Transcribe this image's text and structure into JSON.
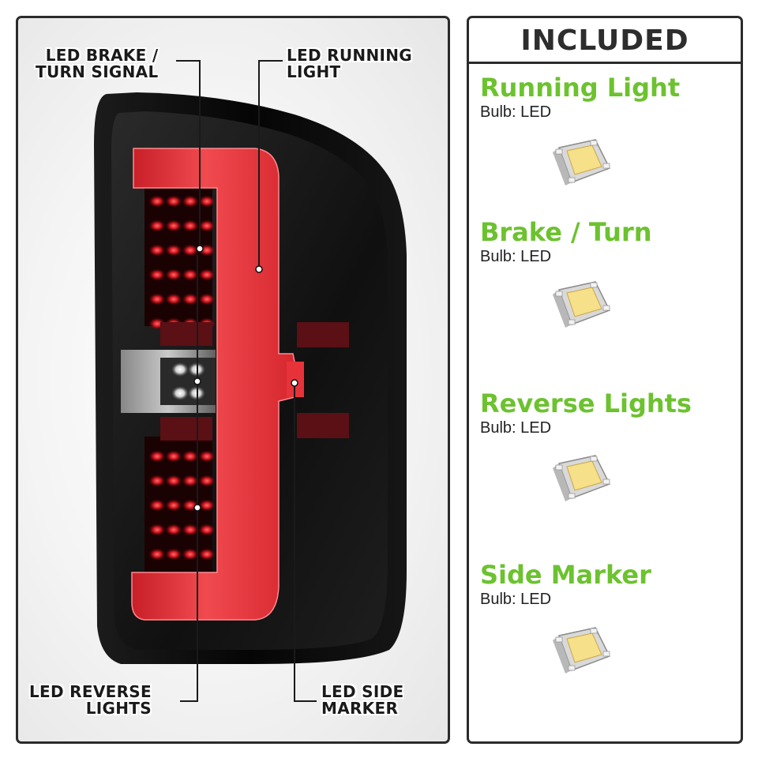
{
  "callouts": {
    "brake_turn": [
      "LED BRAKE /",
      "TURN SIGNAL"
    ],
    "running": [
      "LED RUNNING",
      "LIGHT"
    ],
    "reverse": [
      "LED REVERSE",
      "LIGHTS"
    ],
    "side_marker": [
      "LED SIDE",
      "MARKER"
    ]
  },
  "included": {
    "title": "INCLUDED",
    "bulb_label": "Bulb:",
    "items": [
      {
        "name": "Running Light",
        "bulb": "LED",
        "icon": "led-chip-icon"
      },
      {
        "name": "Brake / Turn",
        "bulb": "LED",
        "icon": "led-chip-icon"
      },
      {
        "name": "Reverse Lights",
        "bulb": "LED",
        "icon": "led-chip-icon"
      },
      {
        "name": "Side Marker",
        "bulb": "LED",
        "icon": "led-chip-icon"
      }
    ]
  },
  "colors": {
    "accent_green": "#6cc22f",
    "lamp_red": "#e8323a",
    "housing_black": "#0d0d0d",
    "frame": "#2b2b2b"
  }
}
